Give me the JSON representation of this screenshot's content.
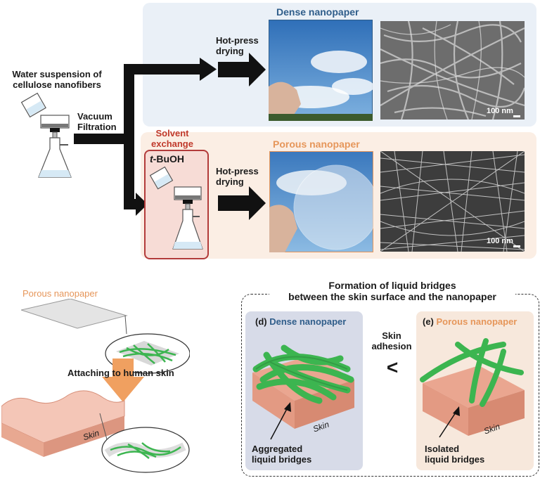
{
  "top": {
    "water_line1": "Water suspension of",
    "water_line2": "cellulose nanofibers",
    "vacuum": "Vacuum",
    "filtration": "Filtration",
    "solvent_line1": "Solvent",
    "solvent_line2": "exchange",
    "tbuoh_prefix": "t",
    "tbuoh_suffix": "-BuOH",
    "hotpress_line1": "Hot-press",
    "hotpress_line2": "drying",
    "dense_title": "Dense nanopaper",
    "porous_title": "Porous nanopaper",
    "scale_bar": "100 nm"
  },
  "bottom": {
    "porous_label": "Porous nanopaper",
    "attaching": "Attaching to human skin",
    "skin": "Skin",
    "formation_line1": "Formation of liquid bridges",
    "formation_line2": "between the skin surface and the nanopaper",
    "panel_d_letter": "(d)",
    "panel_d_title": "Dense nanopaper",
    "panel_e_letter": "(e)",
    "panel_e_title": "Porous nanopaper",
    "skin_adhesion_line1": "Skin",
    "skin_adhesion_line2": "adhesion",
    "less_than": "<",
    "aggregated_line1": "Aggregated",
    "aggregated_line2": "liquid bridges",
    "isolated_line1": "Isolated",
    "isolated_line2": "liquid bridges"
  },
  "colors": {
    "dense_bg": "#eaf0f7",
    "porous_bg": "#fbeee4",
    "dense_title": "#2f5d8a",
    "porous_title": "#e6965a",
    "solvent_red": "#c0392b",
    "fiber_green": "#3cb550",
    "skin_pink": "#eaa690"
  }
}
